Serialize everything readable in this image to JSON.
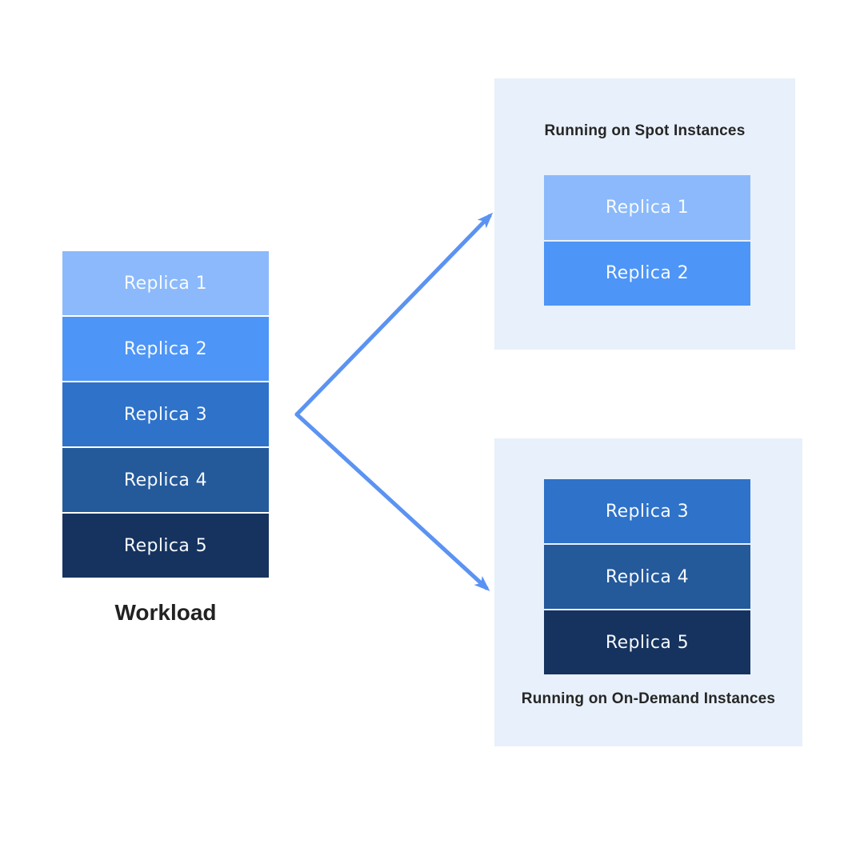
{
  "colors": {
    "background": "#FFFFFF",
    "panel_bg": "#E8F0FB",
    "arrow": "#5B93F2",
    "replica_text": "#F7FAFD",
    "title_text": "#262626",
    "workload_text": "#222222"
  },
  "workload": {
    "label": "Workload",
    "replicas": [
      {
        "label": "Replica 1",
        "color": "#8BB9FB"
      },
      {
        "label": "Replica 2",
        "color": "#4D95F7"
      },
      {
        "label": "Replica 3",
        "color": "#2E72C9"
      },
      {
        "label": "Replica 4",
        "color": "#24599A"
      },
      {
        "label": "Replica 5",
        "color": "#16335F"
      }
    ]
  },
  "spot_panel": {
    "title": "Running on Spot Instances",
    "replicas": [
      {
        "label": "Replica 1",
        "color": "#8BB9FB"
      },
      {
        "label": "Replica 2",
        "color": "#4D95F7"
      }
    ]
  },
  "on_demand_panel": {
    "title": "Running on On-Demand Instances",
    "replicas": [
      {
        "label": "Replica 3",
        "color": "#2E72C9"
      },
      {
        "label": "Replica 4",
        "color": "#24599A"
      },
      {
        "label": "Replica 5",
        "color": "#16335F"
      }
    ]
  }
}
